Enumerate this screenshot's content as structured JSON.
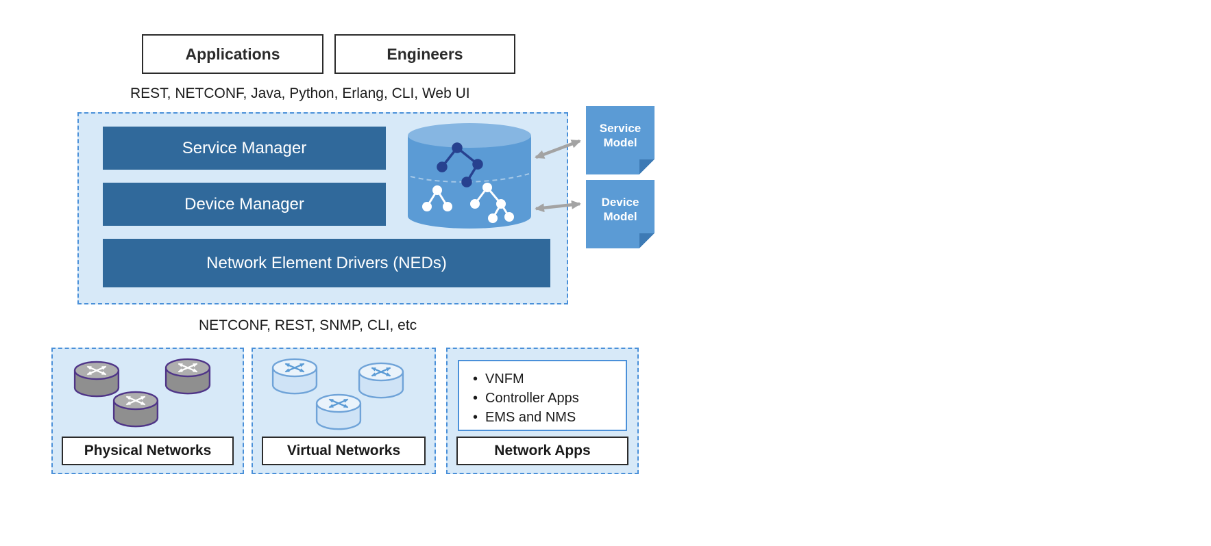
{
  "diagram": {
    "top": {
      "applications": "Applications",
      "engineers": "Engineers",
      "northbound_protocols": "REST, NETCONF, Java, Python, Erlang, CLI, Web UI"
    },
    "platform": {
      "service_manager": "Service Manager",
      "device_manager": "Device Manager",
      "neds": "Network Element Drivers (NEDs)"
    },
    "models": {
      "service_model": "Service Model",
      "device_model": "Device Model"
    },
    "southbound_protocols": "NETCONF, REST, SNMP, CLI, etc",
    "networks": {
      "physical": {
        "label": "Physical Networks"
      },
      "virtual": {
        "label": "Virtual Networks"
      },
      "apps": {
        "items": [
          "VNFM",
          "Controller Apps",
          "EMS and NMS"
        ],
        "label": "Network Apps"
      }
    },
    "colors": {
      "bar_blue": "#30699b",
      "panel_blue": "#d7e9f8",
      "dashed_border_blue": "#4a90d9",
      "cylinder_blue": "#5b9bd5",
      "note_blue": "#5b9bd5",
      "arrow_gray": "#a3a3a3"
    }
  }
}
